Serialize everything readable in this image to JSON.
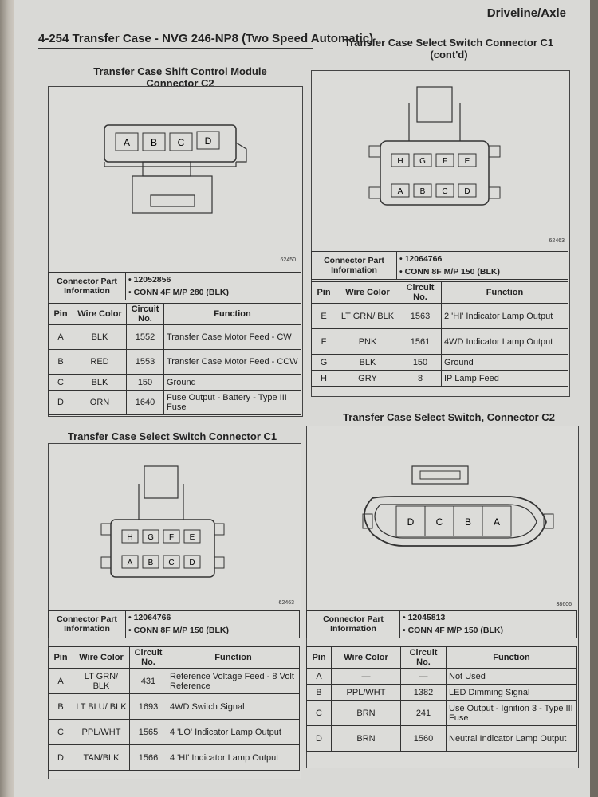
{
  "header": {
    "section": "Driveline/Axle",
    "page_title": "4-254   Transfer Case - NVG 246-NP8 (Two Speed Automatic)"
  },
  "sections": {
    "tcsm_c2": {
      "title": "Transfer Case Shift Control Module Connector C2",
      "title_line1": "Transfer Case Shift Control Module",
      "title_line2": "Connector C2",
      "figure_no": "62450",
      "cavities": [
        "A",
        "B",
        "C",
        "D"
      ],
      "info_label": "Connector Part Information",
      "part_no": "•  12052856",
      "conn": "•  CONN 4F M/P 280 (BLK)",
      "headers": [
        "Pin",
        "Wire Color",
        "Circuit No.",
        "Function"
      ],
      "rows": [
        {
          "pin": "A",
          "color": "BLK",
          "circuit": "1552",
          "function": "Transfer Case Motor Feed - CW"
        },
        {
          "pin": "B",
          "color": "RED",
          "circuit": "1553",
          "function": "Transfer Case Motor Feed - CCW"
        },
        {
          "pin": "C",
          "color": "BLK",
          "circuit": "150",
          "function": "Ground"
        },
        {
          "pin": "D",
          "color": "ORN",
          "circuit": "1640",
          "function": "Fuse Output - Battery - Type III Fuse"
        }
      ]
    },
    "tcss_c1": {
      "title": "Transfer Case Select Switch Connector C1",
      "figure_no": "62463",
      "top_cavities": [
        "H",
        "G",
        "F",
        "E"
      ],
      "bottom_cavities": [
        "A",
        "B",
        "C",
        "D"
      ],
      "info_label": "Connector Part Information",
      "part_no": "•  12064766",
      "conn": "•  CONN 8F M/P 150 (BLK)",
      "headers": [
        "Pin",
        "Wire Color",
        "Circuit No.",
        "Function"
      ],
      "rows": [
        {
          "pin": "A",
          "color": "LT GRN/ BLK",
          "circuit": "431",
          "function": "Reference Voltage Feed - 8 Volt Reference"
        },
        {
          "pin": "B",
          "color": "LT BLU/ BLK",
          "circuit": "1693",
          "function": "4WD Switch Signal"
        },
        {
          "pin": "C",
          "color": "PPL/WHT",
          "circuit": "1565",
          "function": "4 'LO' Indicator Lamp Output"
        },
        {
          "pin": "D",
          "color": "TAN/BLK",
          "circuit": "1566",
          "function": "4 'HI' Indicator Lamp Output"
        }
      ]
    },
    "tcss_c1_contd": {
      "title": "Transfer Case Select Switch Connector C1 (cont'd)",
      "title_line1": "Transfer Case Select Switch Connector C1",
      "title_line2": "(cont'd)",
      "figure_no": "62463",
      "top_cavities": [
        "H",
        "G",
        "F",
        "E"
      ],
      "bottom_cavities": [
        "A",
        "B",
        "C",
        "D"
      ],
      "info_label": "Connector Part Information",
      "part_no": "•  12064766",
      "conn": "•  CONN 8F M/P 150 (BLK)",
      "headers": [
        "Pin",
        "Wire Color",
        "Circuit No.",
        "Function"
      ],
      "rows": [
        {
          "pin": "E",
          "color": "LT GRN/ BLK",
          "circuit": "1563",
          "function": "2 'HI' Indicator Lamp Output"
        },
        {
          "pin": "F",
          "color": "PNK",
          "circuit": "1561",
          "function": "4WD Indicator Lamp Output"
        },
        {
          "pin": "G",
          "color": "BLK",
          "circuit": "150",
          "function": "Ground"
        },
        {
          "pin": "H",
          "color": "GRY",
          "circuit": "8",
          "function": "IP Lamp Feed"
        }
      ]
    },
    "tcss_c2": {
      "title": "Transfer Case Select Switch, Connector C2",
      "figure_no": "38606",
      "cavities": [
        "D",
        "C",
        "B",
        "A"
      ],
      "info_label": "Connector Part Information",
      "part_no": "•  12045813",
      "conn": "•  CONN 4F M/P 150 (BLK)",
      "headers": [
        "Pin",
        "Wire Color",
        "Circuit No.",
        "Function"
      ],
      "rows": [
        {
          "pin": "A",
          "color": "—",
          "circuit": "—",
          "function": "Not Used"
        },
        {
          "pin": "B",
          "color": "PPL/WHT",
          "circuit": "1382",
          "function": "LED Dimming Signal"
        },
        {
          "pin": "C",
          "color": "BRN",
          "circuit": "241",
          "function": "Use Output - Ignition 3 - Type III Fuse"
        },
        {
          "pin": "D",
          "color": "BRN",
          "circuit": "1560",
          "function": "Neutral Indicator Lamp Output"
        }
      ]
    }
  }
}
